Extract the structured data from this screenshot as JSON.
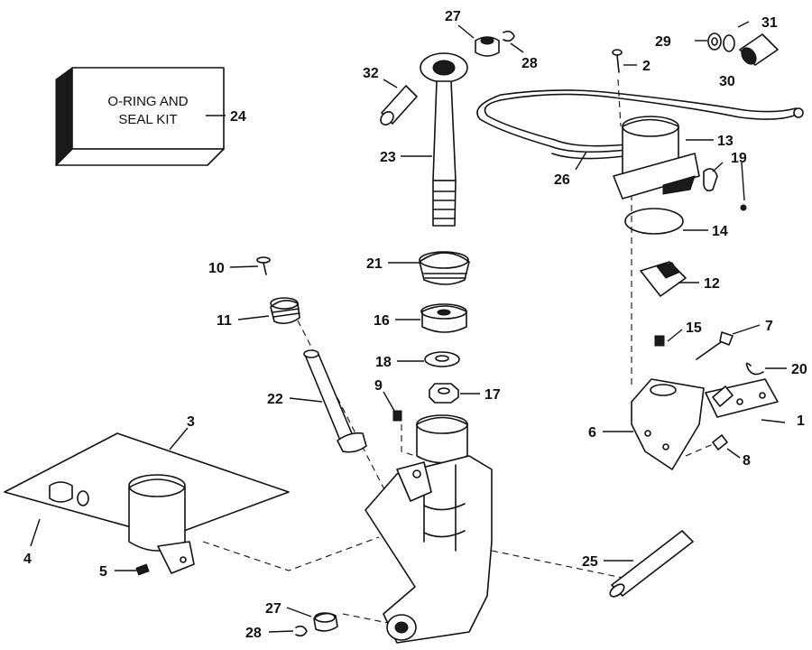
{
  "kit_box": {
    "line1": "O-RING AND",
    "line2": "SEAL KIT"
  },
  "callouts": {
    "c1": "1",
    "c2": "2",
    "c3": "3",
    "c4": "4",
    "c5": "5",
    "c6": "6",
    "c7": "7",
    "c8": "8",
    "c9": "9",
    "c10": "10",
    "c11": "11",
    "c12": "12",
    "c13": "13",
    "c14": "14",
    "c15": "15",
    "c16": "16",
    "c17": "17",
    "c18": "18",
    "c19": "19",
    "c20": "20",
    "c21": "21",
    "c22": "22",
    "c23": "23",
    "c24": "24",
    "c25": "25",
    "c26": "26",
    "c27a": "27",
    "c27b": "27",
    "c28a": "28",
    "c28b": "28",
    "c29": "29",
    "c30": "30",
    "c31": "31",
    "c32": "32"
  }
}
